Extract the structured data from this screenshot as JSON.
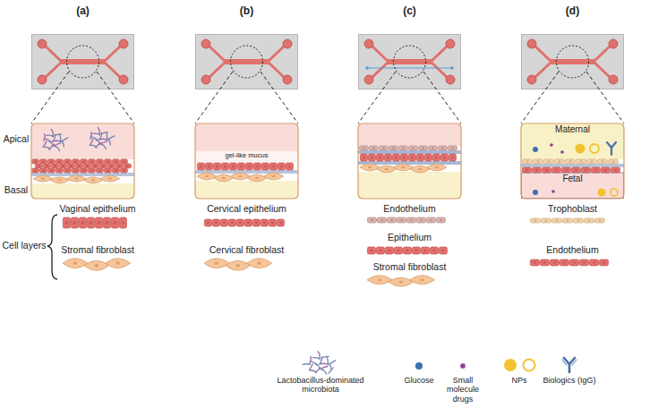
{
  "diagram": {
    "nodes": [
      {
        "text": [
          "gel-like mucus"
        ]
      },
      {
        "text": [
          "Maternal"
        ]
      },
      {
        "text": [
          "Fetal"
        ]
      }
    ],
    "labels": [
      "(a)",
      "(b)",
      "(c)",
      "(d)",
      "Apical",
      "Basal",
      "Vaginal epithelium",
      "Cervical epithelium",
      "Endothelium",
      "Trophoblast",
      "Epithelium",
      "Stromal fibroblast",
      "Cervical fibroblast",
      "Stromal fibroblast",
      "Endothelium",
      "Cell layers"
    ],
    "legend": [
      {
        "text": "Lactobacillus-dominated microbiota"
      },
      {
        "text": "Glucose"
      },
      {
        "text": "Small molecule drugs"
      },
      {
        "text": "NPs"
      },
      {
        "text": "Biologics (IgG)"
      }
    ]
  }
}
